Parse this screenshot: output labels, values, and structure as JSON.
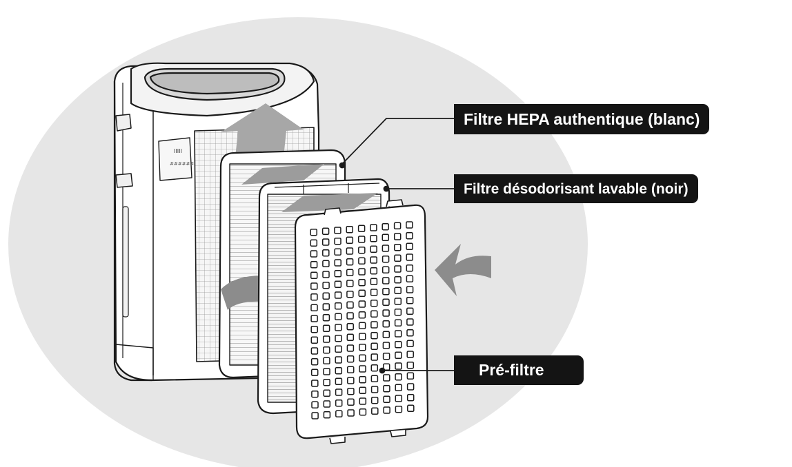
{
  "diagram": {
    "background_color": "#e6e6e6",
    "ink_color": "#1a1a1a",
    "label_color": "#141414",
    "label_text_color": "#ffffff",
    "labels": {
      "hepa": "Filtre HEPA authentique (blanc)",
      "deodorizing": "Filtre désodorisant lavable (noir)",
      "prefilter": "Pré-filtre"
    }
  }
}
